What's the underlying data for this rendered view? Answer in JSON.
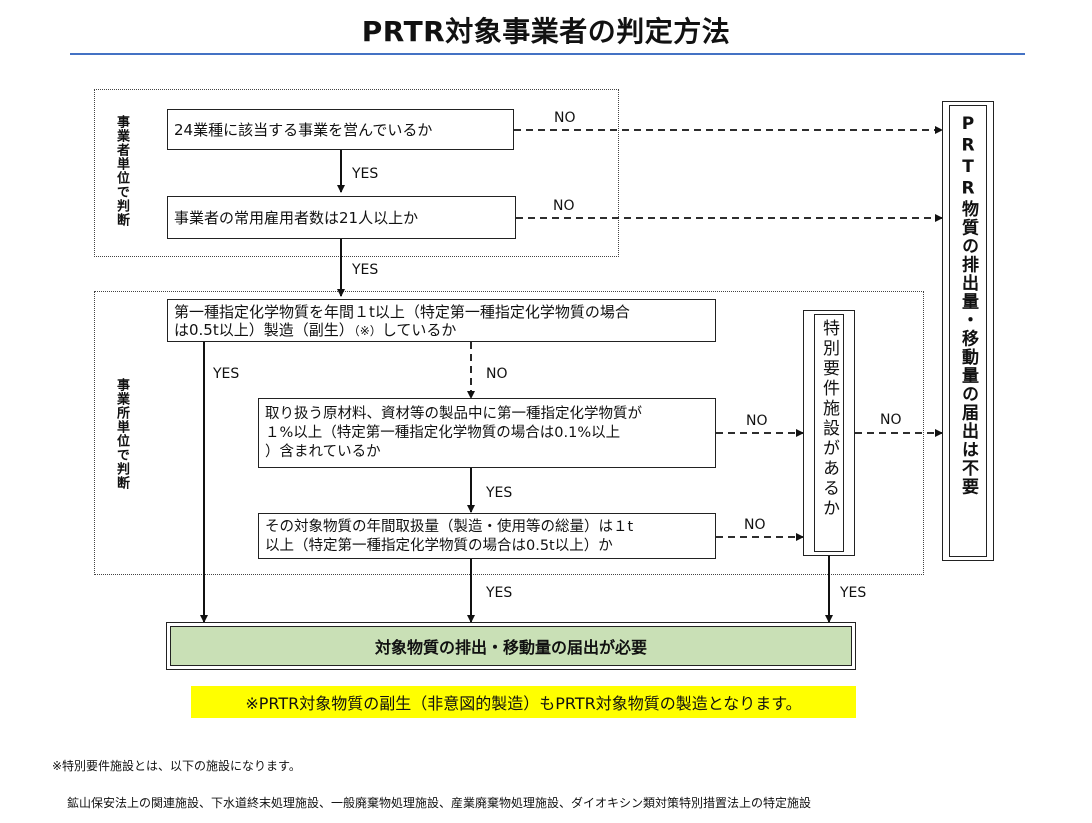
{
  "title": "PRTR対象事業者の判定方法",
  "group_labels": {
    "business_unit": "事業者単位で判断",
    "establishment_unit": "事業所単位で判断"
  },
  "nodes": {
    "q1": "24業種に該当する事業を営んでいるか",
    "q2": "事業者の常用雇用者数は21人以上か",
    "q3_line1": "第一種指定化学物質を年間１t以上（特定第一種指定化学物質の場合",
    "q3_line2_a": "は0.5t以上）製造（副生）",
    "q3_mark": "（※）",
    "q3_line2_b": "しているか",
    "q4_line1": "取り扱う原材料、資材等の製品中に第一種指定化学物質が",
    "q4_line2": "１%以上（特定第一種指定化学物質の場合は0.1%以上",
    "q4_line3": "）含まれているか",
    "q5_line1": "その対象物質の年間取扱量（製造・使用等の総量）は１t",
    "q5_line2": "以上（特定第一種指定化学物質の場合は0.5t以上）か",
    "special": "特別要件施設があるか"
  },
  "results": {
    "not_required": "PRTR物質の排出量・移動量の届出は不要",
    "required": "対象物質の排出・移動量の届出が必要"
  },
  "edge_labels": {
    "yes": "YES",
    "no": "NO"
  },
  "note": "※PRTR対象物質の副生（非意図的製造）もPRTR対象物質の製造となります。",
  "footnote": {
    "line1": "※特別要件施設とは、以下の施設になります。",
    "line2": "鉱山保安法上の関連施設、下水道終末処理施設、一般廃棄物処理施設、産業廃棄物処理施設、ダイオキシン類対策特別措置法上の特定施設"
  },
  "colors": {
    "accent_rule": "#4472c4",
    "result_fill": "#c9e0b6",
    "note_fill": "#ffff00"
  }
}
